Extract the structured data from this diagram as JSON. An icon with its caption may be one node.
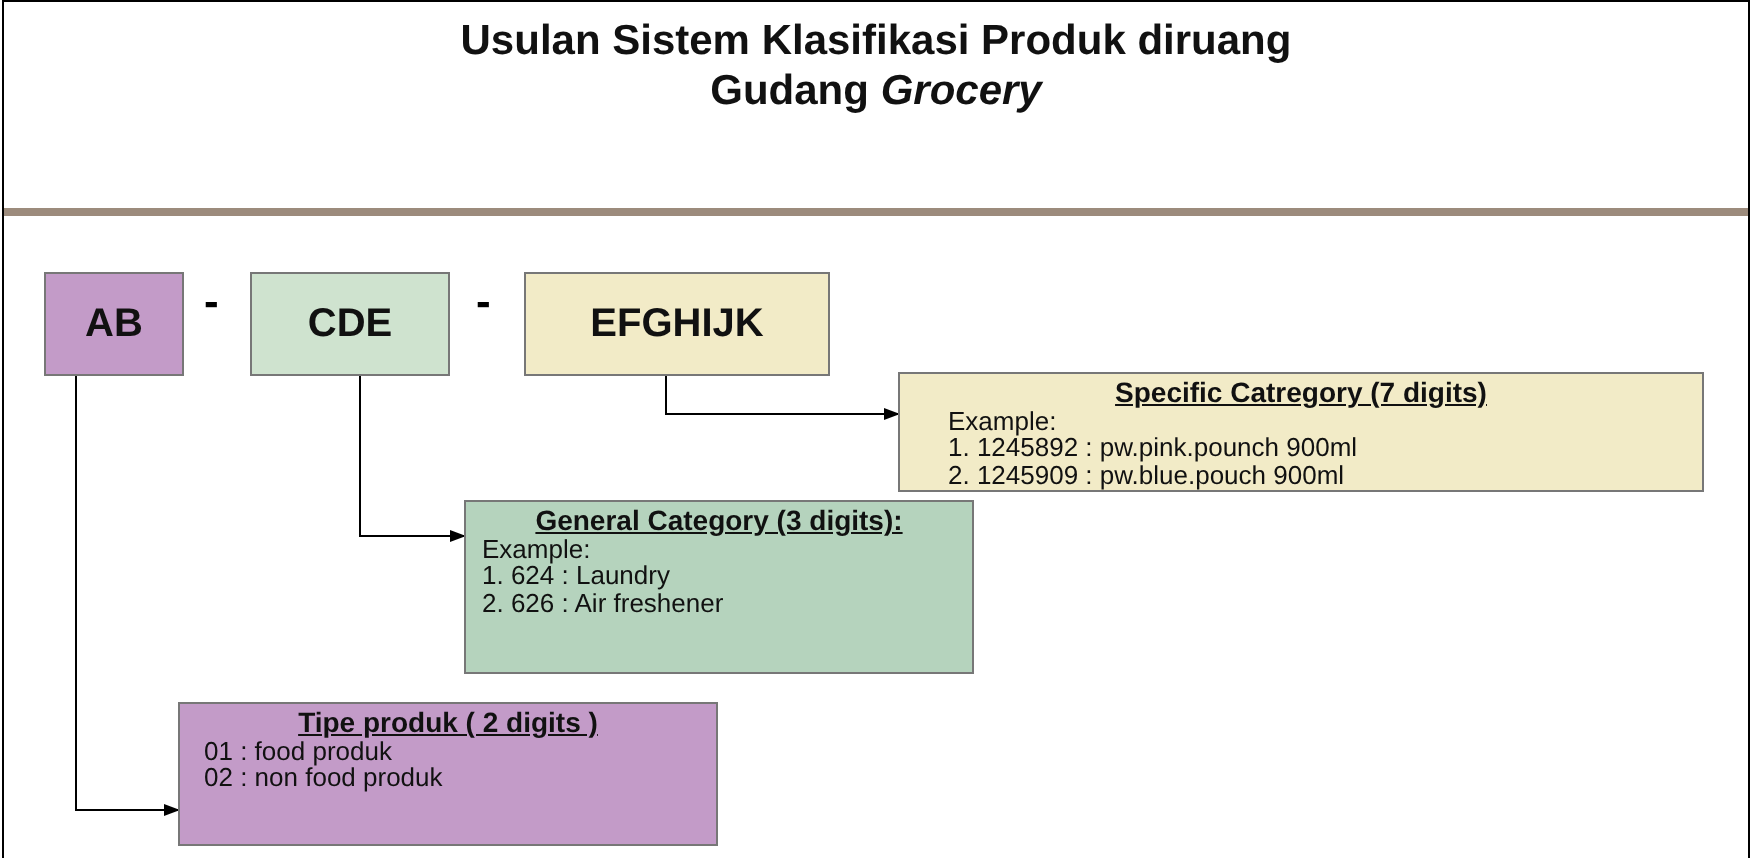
{
  "diagram": {
    "title": "Usulan Sistem Klasifikasi Produk diruang Gudang *Grocery*",
    "nodes": [
      {
        "text": [
          "AB"
        ]
      },
      {
        "text": [
          "CDE"
        ]
      },
      {
        "text": [
          "EFGHIJK"
        ]
      },
      {
        "text": [
          "Specific Catregory (7 digits)",
          "Example:",
          "1. 1245892 : pw.pink.pounch 900ml",
          "2. 1245909 : pw.blue.pouch 900ml"
        ]
      },
      {
        "text": [
          "General Category (3 digits):",
          "Example:",
          "1. 624 : Laundry",
          "2. 626 : Air  freshener"
        ]
      },
      {
        "text": [
          "Tipe produk ( 2 digits )",
          "01 : food produk",
          "02 : non food produk"
        ]
      }
    ],
    "edges": [
      {
        "from": 2,
        "to": 3,
        "arrow": "to"
      },
      {
        "from": 1,
        "to": 4,
        "arrow": "to"
      },
      {
        "from": 0,
        "to": 5,
        "arrow": "to"
      }
    ],
    "labels": [
      "-",
      "-"
    ]
  }
}
